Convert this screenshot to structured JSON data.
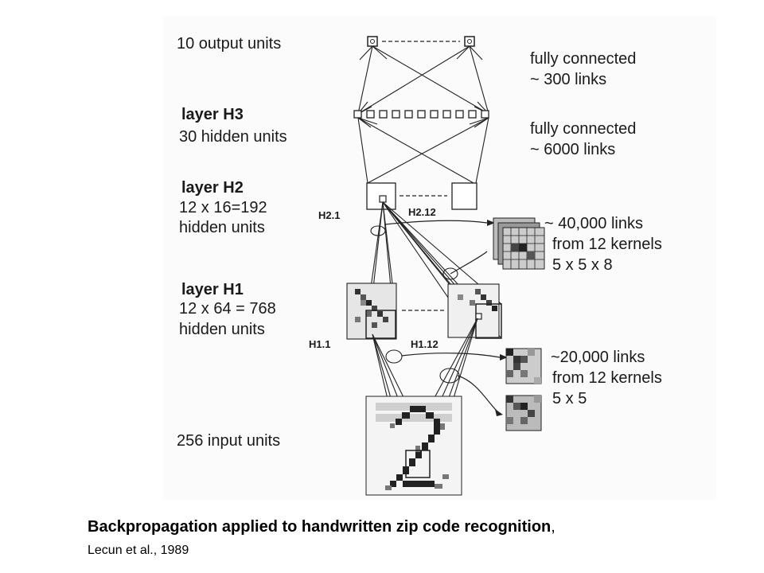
{
  "diagram": {
    "labels": {
      "output_units": "10 output units",
      "h3_title": "layer H3",
      "h3_sub": "30 hidden units",
      "h2_title": "layer H2",
      "h2_sub1": "12 x 16=192",
      "h2_sub2": "hidden units",
      "h1_title": "layer H1",
      "h1_sub1": "12 x 64 = 768",
      "h1_sub2": "hidden units",
      "input_units": "256 input units",
      "h2_1": "H2.1",
      "h2_12": "H2.12",
      "h1_1": "H1.1",
      "h1_12": "H1.12"
    },
    "right_notes": {
      "fc1_line1": "fully connected",
      "fc1_line2": "~ 300 links",
      "fc2_line1": "fully connected",
      "fc2_line2": "~ 6000 links",
      "k1_line1": "~ 40,000 links",
      "k1_line2": "from 12 kernels",
      "k1_line3": "5 x 5 x 8",
      "k2_line1": "~20,000 links",
      "k2_line2": "from 12 kernels",
      "k2_line3": "5 x 5"
    }
  },
  "caption": {
    "title": "Backpropagation applied to handwritten zip code recognition",
    "title_suffix": ",",
    "source": "Lecun et al., 1989"
  }
}
